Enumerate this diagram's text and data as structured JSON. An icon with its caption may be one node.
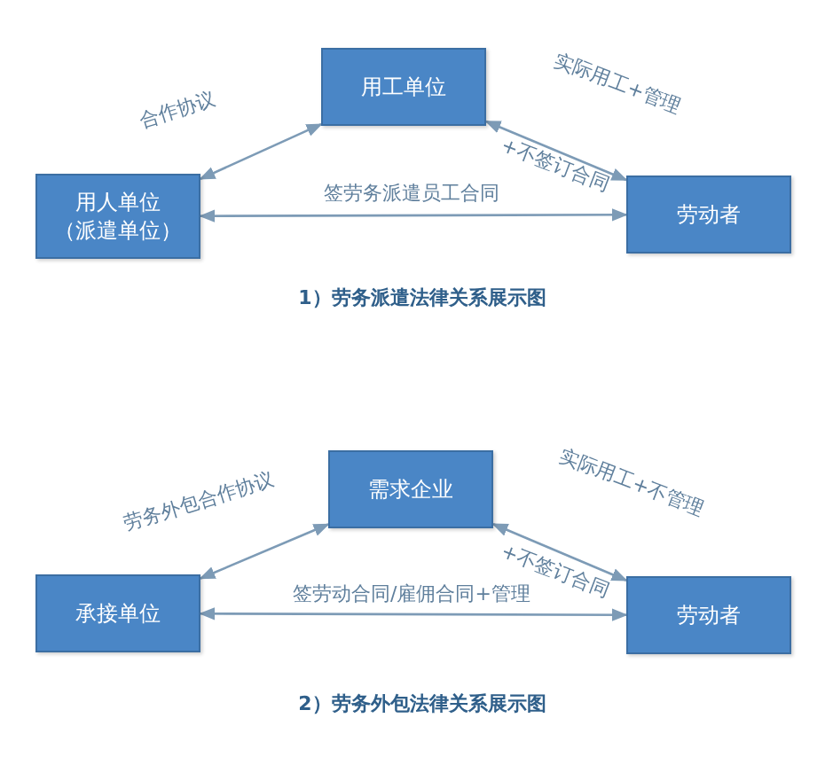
{
  "diagram": {
    "nodes": [
      {
        "text": [
          "用工单位"
        ]
      },
      {
        "text": [
          "用人单位（派遣单位）"
        ]
      },
      {
        "text": [
          "劳动者"
        ]
      },
      {
        "text": [
          "需求企业"
        ]
      },
      {
        "text": [
          "承接单位"
        ]
      },
      {
        "text": [
          "劳动者"
        ]
      }
    ],
    "edges": [
      {
        "from": 1,
        "to": 0,
        "arrow": "both",
        "label": "合作协议"
      },
      {
        "from": 0,
        "to": 2,
        "arrow": "both",
        "label": "实际用工+管理"
      },
      {
        "from": 1,
        "to": 2,
        "arrow": "both",
        "label": "签劳务派遣员工合同"
      },
      {
        "from": 4,
        "to": 3,
        "arrow": "both",
        "label": "劳务外包合作协议"
      },
      {
        "from": 3,
        "to": 5,
        "arrow": "both",
        "label": "实际用工+不管理"
      },
      {
        "from": 4,
        "to": 5,
        "arrow": "both",
        "label": "签劳动合同/雇佣合同+管理"
      }
    ],
    "labels": [
      "+不签订合同",
      "1）劳务派遣法律关系展示图",
      "+不签订合同",
      "2）劳务外包法律关系展示图"
    ]
  }
}
